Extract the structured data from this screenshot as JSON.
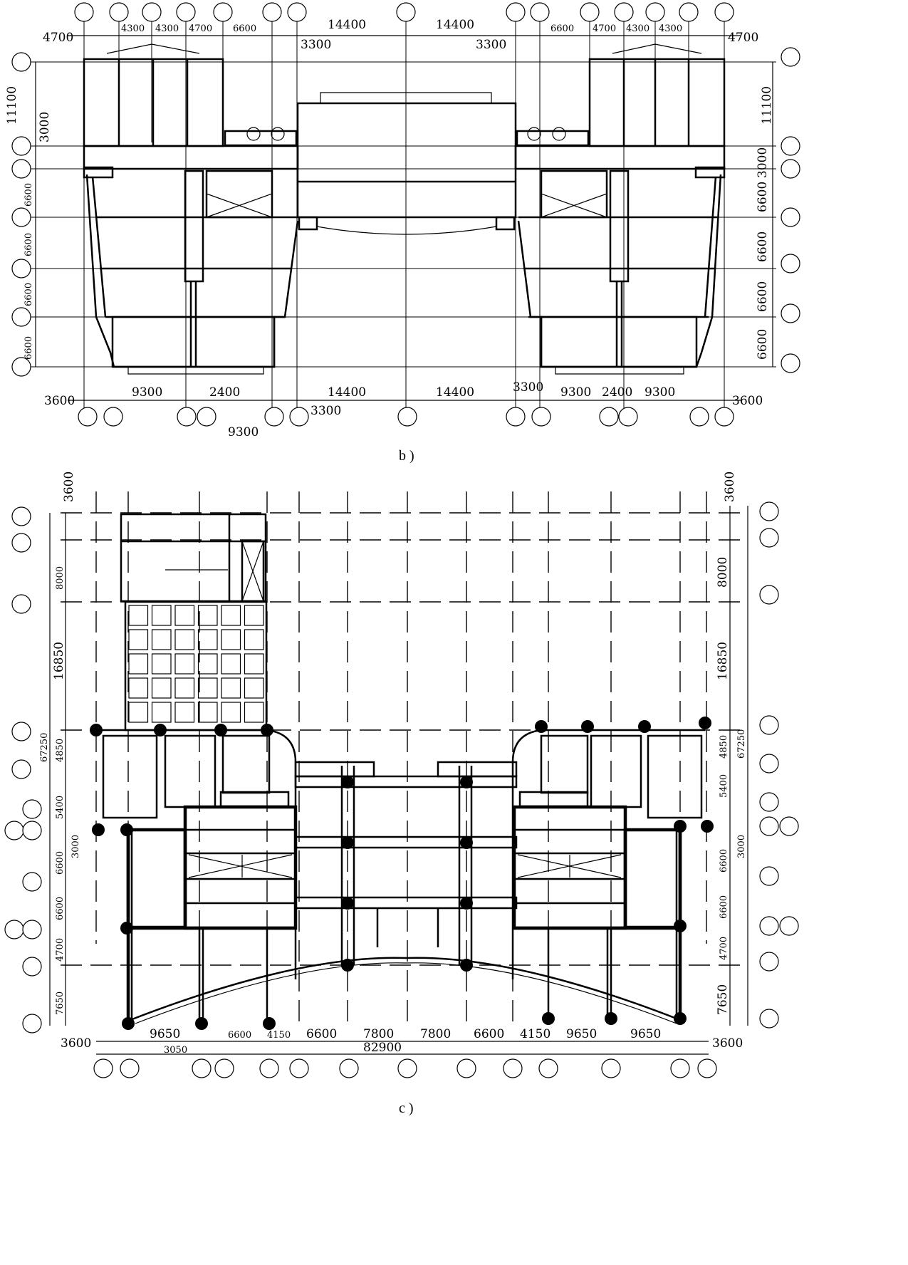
{
  "figure_b": {
    "caption": "b )",
    "top_dims": [
      "4700",
      "4300",
      "4300",
      "4700",
      "6600",
      "14400",
      "14400",
      "6600",
      "4700",
      "4300",
      "4300",
      "4700"
    ],
    "top_dims_inner": [
      "3300",
      "3300"
    ],
    "bottom_dims": [
      "3600",
      "9300",
      "2400",
      "14400",
      "14400",
      "3300",
      "9300",
      "2400",
      "9300",
      "3600"
    ],
    "bottom_dims_inner": [
      "9300",
      "3300"
    ],
    "left_dims": [
      "11100",
      "3000",
      "6600",
      "6600",
      "6600",
      "6600"
    ],
    "right_dims": [
      "11100",
      "3000",
      "6600",
      "6600",
      "6600",
      "6600"
    ]
  },
  "figure_c": {
    "caption": "c )",
    "left_dims": [
      "3600",
      "8000",
      "16850",
      "67250",
      "4850",
      "5400",
      "3000",
      "6600",
      "6600",
      "4700",
      "7650"
    ],
    "right_dims": [
      "3600",
      "8000",
      "16850",
      "4850",
      "67250",
      "5400",
      "3000",
      "6600",
      "6600",
      "4700",
      "7650"
    ],
    "bottom_dims": [
      "3600",
      "9650",
      "6600",
      "4150",
      "6600",
      "7800",
      "7800",
      "6600",
      "4150",
      "9650",
      "9650",
      "3600"
    ],
    "bottom_dims_inner": [
      "3050",
      "82900"
    ]
  }
}
